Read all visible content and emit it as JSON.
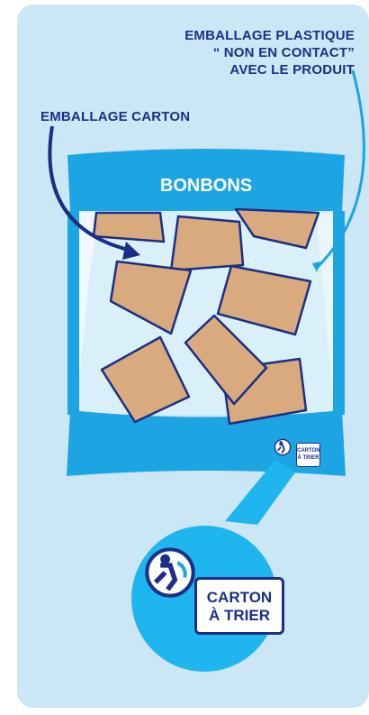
{
  "labels": {
    "plastic": [
      "EMBALLAGE PLASTIQUE",
      "“ NON EN CONTACT”",
      "AVEC LE PRODUIT"
    ],
    "carton": "EMBALLAGE CARTON"
  },
  "bag": {
    "title": "BONBONS"
  },
  "badge": {
    "line1": "CARTON",
    "line2": "À TRIER"
  },
  "colors": {
    "panel": "#cbe7f5",
    "bag_blue": "#1da4e3",
    "candy": "#d8aa7d",
    "outline": "#1b2f86",
    "circle": "#1fb5ef"
  },
  "icons": [
    "recycling-person-icon",
    "arrow-icon"
  ]
}
